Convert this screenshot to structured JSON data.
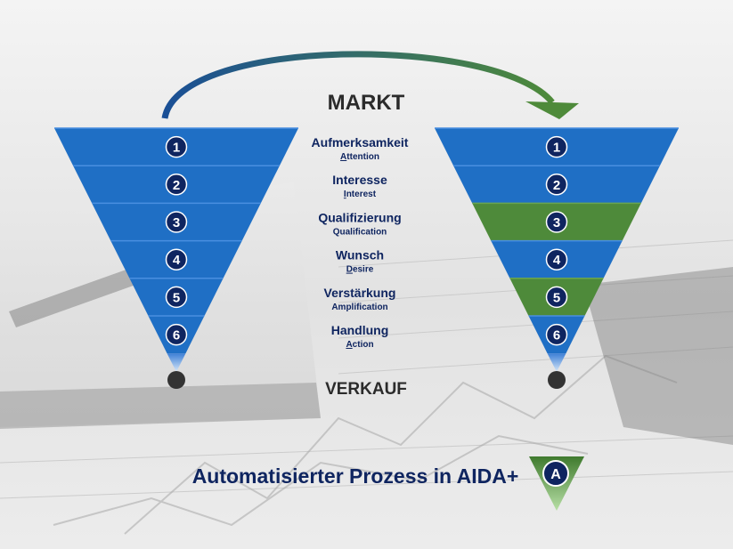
{
  "top_label": "MARKT",
  "bottom_label": "VERKAUF",
  "stages": [
    {
      "num": "1",
      "de": "Aufmerksamkeit",
      "en_first": "A",
      "en_rest": "ttention"
    },
    {
      "num": "2",
      "de": "Interesse",
      "en_first": "I",
      "en_rest": "nterest"
    },
    {
      "num": "3",
      "de": "Qualifizierung",
      "en_first": "",
      "en_rest": "Qualification"
    },
    {
      "num": "4",
      "de": "Wunsch",
      "en_first": "D",
      "en_rest": "esire"
    },
    {
      "num": "5",
      "de": "Verstärkung",
      "en_first": "",
      "en_rest": "Amplification"
    },
    {
      "num": "6",
      "de": "Handlung",
      "en_first": "A",
      "en_rest": "ction"
    }
  ],
  "right_funnel_green_stages": [
    3,
    5
  ],
  "tagline": "Automatisierter Prozess in AIDA+",
  "badge_letter": "A",
  "colors": {
    "blue": "#1f6fc5",
    "blue_dark": "#1a4f96",
    "green": "#4e8a3a",
    "navy": "#0f2560",
    "dark_text": "#2b2b2b",
    "dot": "#333333"
  }
}
